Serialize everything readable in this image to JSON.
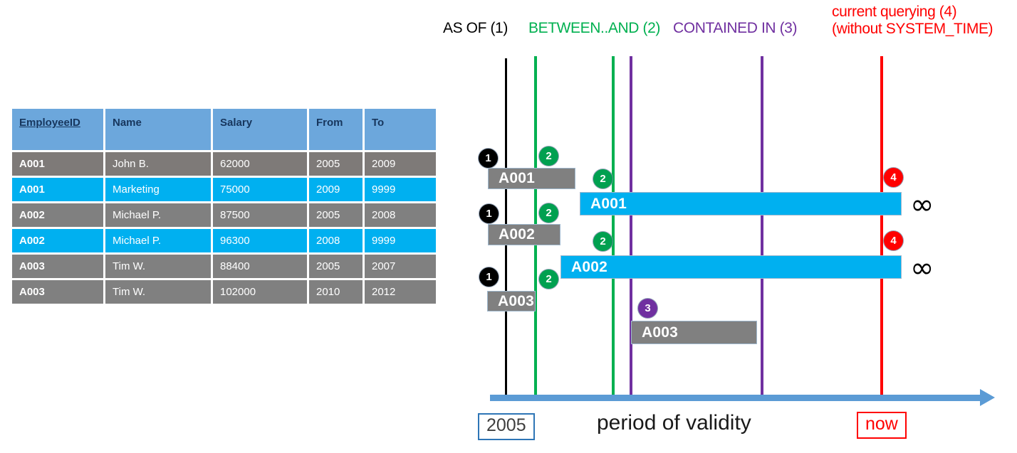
{
  "table": {
    "columns": [
      "EmployeeID",
      "Name",
      "Salary",
      "From",
      "To"
    ],
    "rows": [
      {
        "style": "gray",
        "cells": [
          "A001",
          "John  B.",
          "62000",
          "2005",
          "2009"
        ]
      },
      {
        "style": "cyan",
        "cells": [
          "A001",
          "Marketing",
          "75000",
          "2009",
          "9999"
        ]
      },
      {
        "style": "gray",
        "cells": [
          "A002",
          "Michael P.",
          "87500",
          "2005",
          "2008"
        ]
      },
      {
        "style": "cyan",
        "cells": [
          "A002",
          "Michael P.",
          "96300",
          "2008",
          "9999"
        ]
      },
      {
        "style": "gray",
        "cells": [
          "A003",
          "Tim W.",
          "88400",
          "2005",
          "2007"
        ]
      },
      {
        "style": "gray",
        "cells": [
          "A003",
          "Tim W.",
          "102000",
          "2010",
          "2012"
        ]
      }
    ],
    "header_bg": "#6CA7DC",
    "header_fg": "#17365D",
    "gray_bg": "#808080",
    "cyan_bg": "#00B0F0"
  },
  "diagram": {
    "headers": [
      {
        "text": "AS OF (1)",
        "color": "#000000"
      },
      {
        "text": "BETWEEN..AND (2)",
        "color": "#00B050"
      },
      {
        "text": "CONTAINED IN (3)",
        "color": "#7030A0"
      },
      {
        "text_line1": "current querying (4)",
        "text_line2": "(without SYSTEM_TIME)",
        "color": "#FF0000"
      }
    ],
    "header4_line1": "current querying (4)",
    "header4_line2": "(without SYSTEM_TIME)",
    "vertical_lines": [
      {
        "name": "as-of-line",
        "color": "#000000"
      },
      {
        "name": "between-start-line",
        "color": "#00B050"
      },
      {
        "name": "between-end-line",
        "color": "#00B050"
      },
      {
        "name": "contained-start-line",
        "color": "#7030A0"
      },
      {
        "name": "contained-end-line",
        "color": "#7030A0"
      },
      {
        "name": "now-line",
        "color": "#FF0000"
      }
    ],
    "bars": [
      {
        "label": "A001",
        "style": "gray"
      },
      {
        "label": "A001",
        "style": "cyan"
      },
      {
        "label": "A002",
        "style": "gray"
      },
      {
        "label": "A002",
        "style": "cyan"
      },
      {
        "label": "A003",
        "style": "gray"
      },
      {
        "label": "A003",
        "style": "gray"
      }
    ],
    "bar_a001_gray": "A001",
    "bar_a001_cyan": "A001",
    "bar_a002_gray": "A002",
    "bar_a002_cyan": "A002",
    "bar_a003_gray1": "A003",
    "bar_a003_gray2": "A003",
    "badges": [
      "1",
      "2",
      "1",
      "2",
      "1",
      "2",
      "2",
      "2",
      "3",
      "4",
      "4"
    ],
    "badge_1": "1",
    "badge_2": "2",
    "badge_3": "3",
    "badge_4": "4",
    "infinity_symbol": "∞",
    "axis": {
      "start_label": "2005",
      "caption": "period of validity",
      "end_label": "now",
      "color": "#5B9BD5"
    }
  }
}
